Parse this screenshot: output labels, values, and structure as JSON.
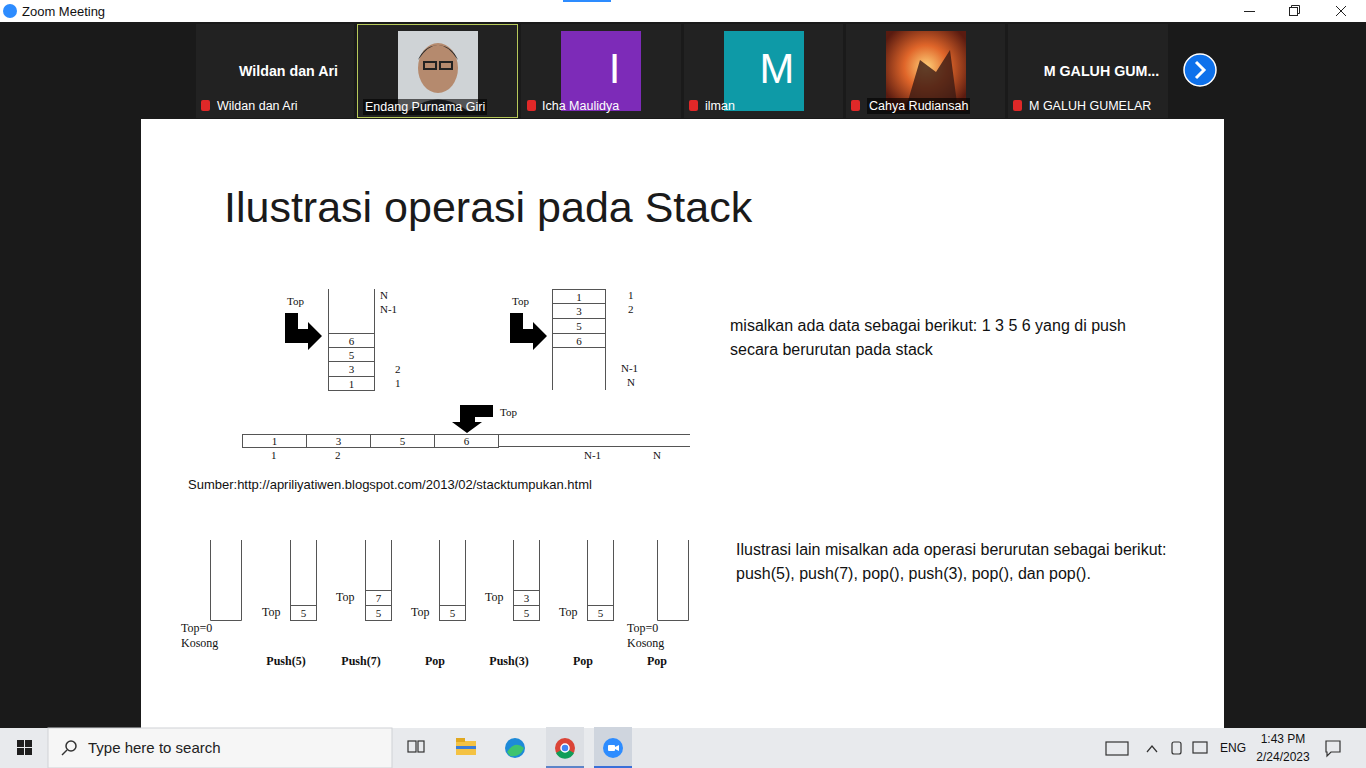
{
  "diagram": {
    "title": "Ilustrasi operasi pada Stack",
    "nodes": [
      {
        "text": [
          "Wildan dan Ari",
          "Wildan dan Ari"
        ]
      },
      {
        "text": [
          "Endang Purnama Giri"
        ]
      },
      {
        "text": [
          "I",
          "Icha Maulidya"
        ]
      },
      {
        "text": [
          "M",
          "ilman"
        ]
      },
      {
        "text": [
          "Cahya Rudiansah"
        ]
      },
      {
        "text": [
          "M GALUH GUM...",
          "M GALUH GUMELAR"
        ]
      },
      {
        "text": [
          "6"
        ]
      },
      {
        "text": [
          "5"
        ]
      },
      {
        "text": [
          "3"
        ]
      },
      {
        "text": [
          "1"
        ]
      },
      {
        "text": [
          "1"
        ]
      },
      {
        "text": [
          "3"
        ]
      },
      {
        "text": [
          "5"
        ]
      },
      {
        "text": [
          "6"
        ]
      },
      {
        "text": [
          "1"
        ]
      },
      {
        "text": [
          "3"
        ]
      },
      {
        "text": [
          "5"
        ]
      },
      {
        "text": [
          "6"
        ]
      },
      {
        "text": [
          "5"
        ]
      },
      {
        "text": [
          "7"
        ]
      },
      {
        "text": [
          "5"
        ]
      },
      {
        "text": [
          "5"
        ]
      },
      {
        "text": [
          "3"
        ]
      },
      {
        "text": [
          "5"
        ]
      },
      {
        "text": [
          "5"
        ]
      }
    ],
    "labels": [
      "Zoom Meeting",
      "Top",
      "N",
      "N-1",
      "2",
      "1",
      "Top",
      "1",
      "2",
      "N-1",
      "N",
      "Top",
      "1",
      "2",
      "N-1",
      "N",
      "Sumber:http://apriliyatiwen.blogspot.com/2013/02/stacktumpukan.html",
      "misalkan ada data sebagai berikut: 1 3 5 6 yang di push secara berurutan pada stack",
      "Ilustrasi lain misalkan ada operasi berurutan sebagai berikut: push(5), push(7), pop(), push(3), pop(), dan pop().",
      "Top=0",
      "Kosong",
      "Top",
      "Top",
      "Top",
      "Top",
      "Top",
      "Top=0",
      "Kosong",
      "Push(5)",
      "Push(7)",
      "Pop",
      "Push(3)",
      "Pop",
      "Pop",
      "Type here to search",
      "ENG",
      "1:43 PM",
      "2/24/2023"
    ]
  }
}
